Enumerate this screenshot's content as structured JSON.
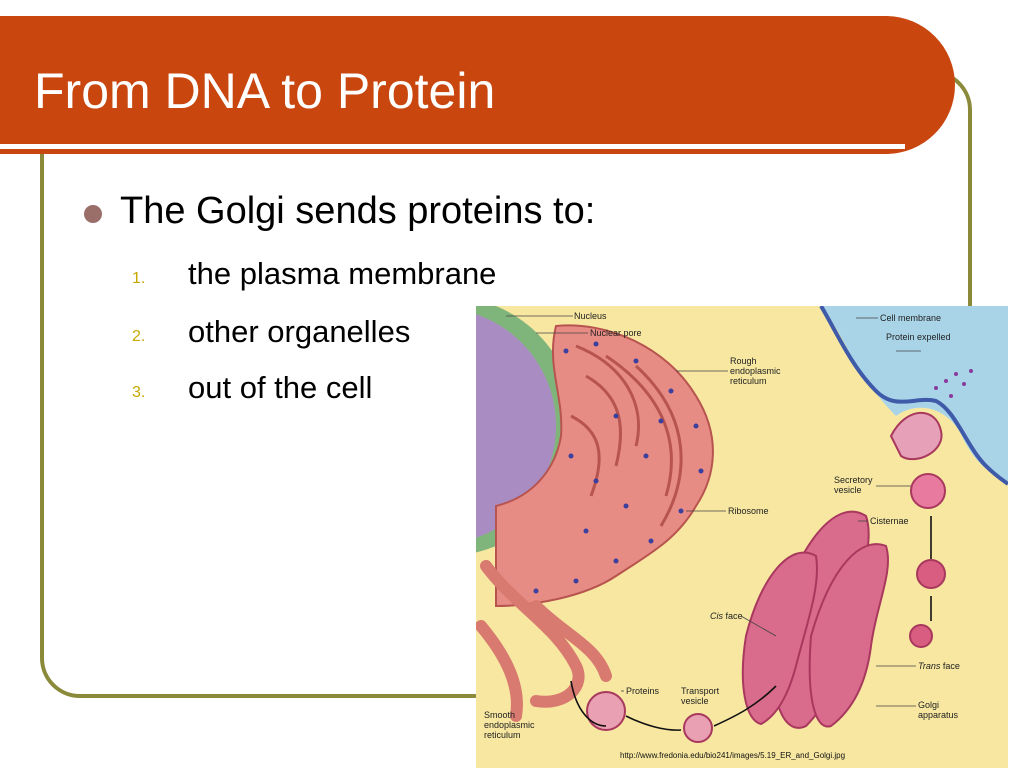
{
  "slide": {
    "title": "From DNA to Protein",
    "bullet": "The Golgi sends proteins to:",
    "items": [
      {
        "num": "1.",
        "text": "the plasma membrane"
      },
      {
        "num": "2.",
        "text": "other organelles"
      },
      {
        "num": "3.",
        "text": "out of the cell"
      }
    ]
  },
  "figure": {
    "labels": {
      "nucleus": "Nucleus",
      "nuclear_pore": "Nuclear pore",
      "rough_er_1": "Rough",
      "rough_er_2": "endoplasmic",
      "rough_er_3": "reticulum",
      "ribosome": "Ribosome",
      "cell_membrane": "Cell membrane",
      "protein_expelled": "Protein expelled",
      "secretory_1": "Secretory",
      "secretory_2": "vesicle",
      "cisternae": "Cisternae",
      "cis_face_italic": "Cis",
      "cis_face_rest": "face",
      "trans_face_italic": "Trans",
      "trans_face_rest": "face",
      "golgi_1": "Golgi",
      "golgi_2": "apparatus",
      "proteins": "Proteins",
      "transport_1": "Transport",
      "transport_2": "vesicle",
      "smooth_1": "Smooth",
      "smooth_2": "endoplasmic",
      "smooth_3": "reticulum"
    },
    "credit": "http://www.fredonia.edu/bio241/images/5.19_ER_and_Golgi.jpg"
  },
  "colors": {
    "title_bar": "#c9470f",
    "frame_border": "#8a8a3a",
    "bullet": "#9a6f6a",
    "number": "#c7a800"
  }
}
